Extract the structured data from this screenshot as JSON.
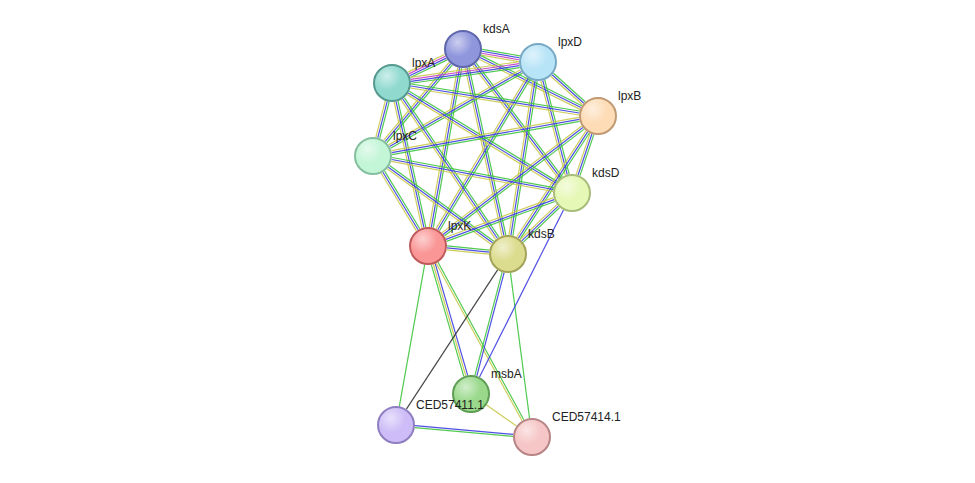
{
  "diagram": {
    "nodes": [
      {
        "text": [
          "kdsA"
        ]
      },
      {
        "text": [
          "lpxD"
        ]
      },
      {
        "text": [
          "lpxA"
        ]
      },
      {
        "text": [
          "lpxB"
        ]
      },
      {
        "text": [
          "lpxC"
        ]
      },
      {
        "text": [
          "kdsD"
        ]
      },
      {
        "text": [
          "lpxK"
        ]
      },
      {
        "text": [
          "kdsB"
        ]
      },
      {
        "text": [
          "msbA"
        ]
      },
      {
        "text": [
          "CED57411.1"
        ]
      },
      {
        "text": [
          "CED57414.1"
        ]
      }
    ],
    "edges": [
      {
        "from": 0,
        "to": 1,
        "arrow": "none"
      },
      {
        "from": 0,
        "to": 2,
        "arrow": "none"
      },
      {
        "from": 0,
        "to": 3,
        "arrow": "none"
      },
      {
        "from": 0,
        "to": 4,
        "arrow": "none"
      },
      {
        "from": 0,
        "to": 5,
        "arrow": "none"
      },
      {
        "from": 0,
        "to": 6,
        "arrow": "none"
      },
      {
        "from": 0,
        "to": 7,
        "arrow": "none"
      },
      {
        "from": 1,
        "to": 2,
        "arrow": "none"
      },
      {
        "from": 1,
        "to": 3,
        "arrow": "none"
      },
      {
        "from": 1,
        "to": 4,
        "arrow": "none"
      },
      {
        "from": 1,
        "to": 5,
        "arrow": "none"
      },
      {
        "from": 1,
        "to": 6,
        "arrow": "none"
      },
      {
        "from": 1,
        "to": 7,
        "arrow": "none"
      },
      {
        "from": 2,
        "to": 3,
        "arrow": "none"
      },
      {
        "from": 2,
        "to": 4,
        "arrow": "none"
      },
      {
        "from": 2,
        "to": 5,
        "arrow": "none"
      },
      {
        "from": 2,
        "to": 6,
        "arrow": "none"
      },
      {
        "from": 2,
        "to": 7,
        "arrow": "none"
      },
      {
        "from": 3,
        "to": 4,
        "arrow": "none"
      },
      {
        "from": 3,
        "to": 5,
        "arrow": "none"
      },
      {
        "from": 3,
        "to": 6,
        "arrow": "none"
      },
      {
        "from": 3,
        "to": 7,
        "arrow": "none"
      },
      {
        "from": 4,
        "to": 5,
        "arrow": "none"
      },
      {
        "from": 4,
        "to": 6,
        "arrow": "none"
      },
      {
        "from": 4,
        "to": 7,
        "arrow": "none"
      },
      {
        "from": 5,
        "to": 6,
        "arrow": "none"
      },
      {
        "from": 5,
        "to": 7,
        "arrow": "none"
      },
      {
        "from": 6,
        "to": 7,
        "arrow": "none"
      },
      {
        "from": 6,
        "to": 8,
        "arrow": "none"
      },
      {
        "from": 6,
        "to": 9,
        "arrow": "none"
      },
      {
        "from": 6,
        "to": 10,
        "arrow": "none"
      },
      {
        "from": 7,
        "to": 8,
        "arrow": "none"
      },
      {
        "from": 7,
        "to": 9,
        "arrow": "none"
      },
      {
        "from": 7,
        "to": 10,
        "arrow": "none"
      },
      {
        "from": 5,
        "to": 8,
        "arrow": "none"
      },
      {
        "from": 9,
        "to": 10,
        "arrow": "none"
      },
      {
        "from": 8,
        "to": 10,
        "arrow": "none"
      }
    ]
  }
}
